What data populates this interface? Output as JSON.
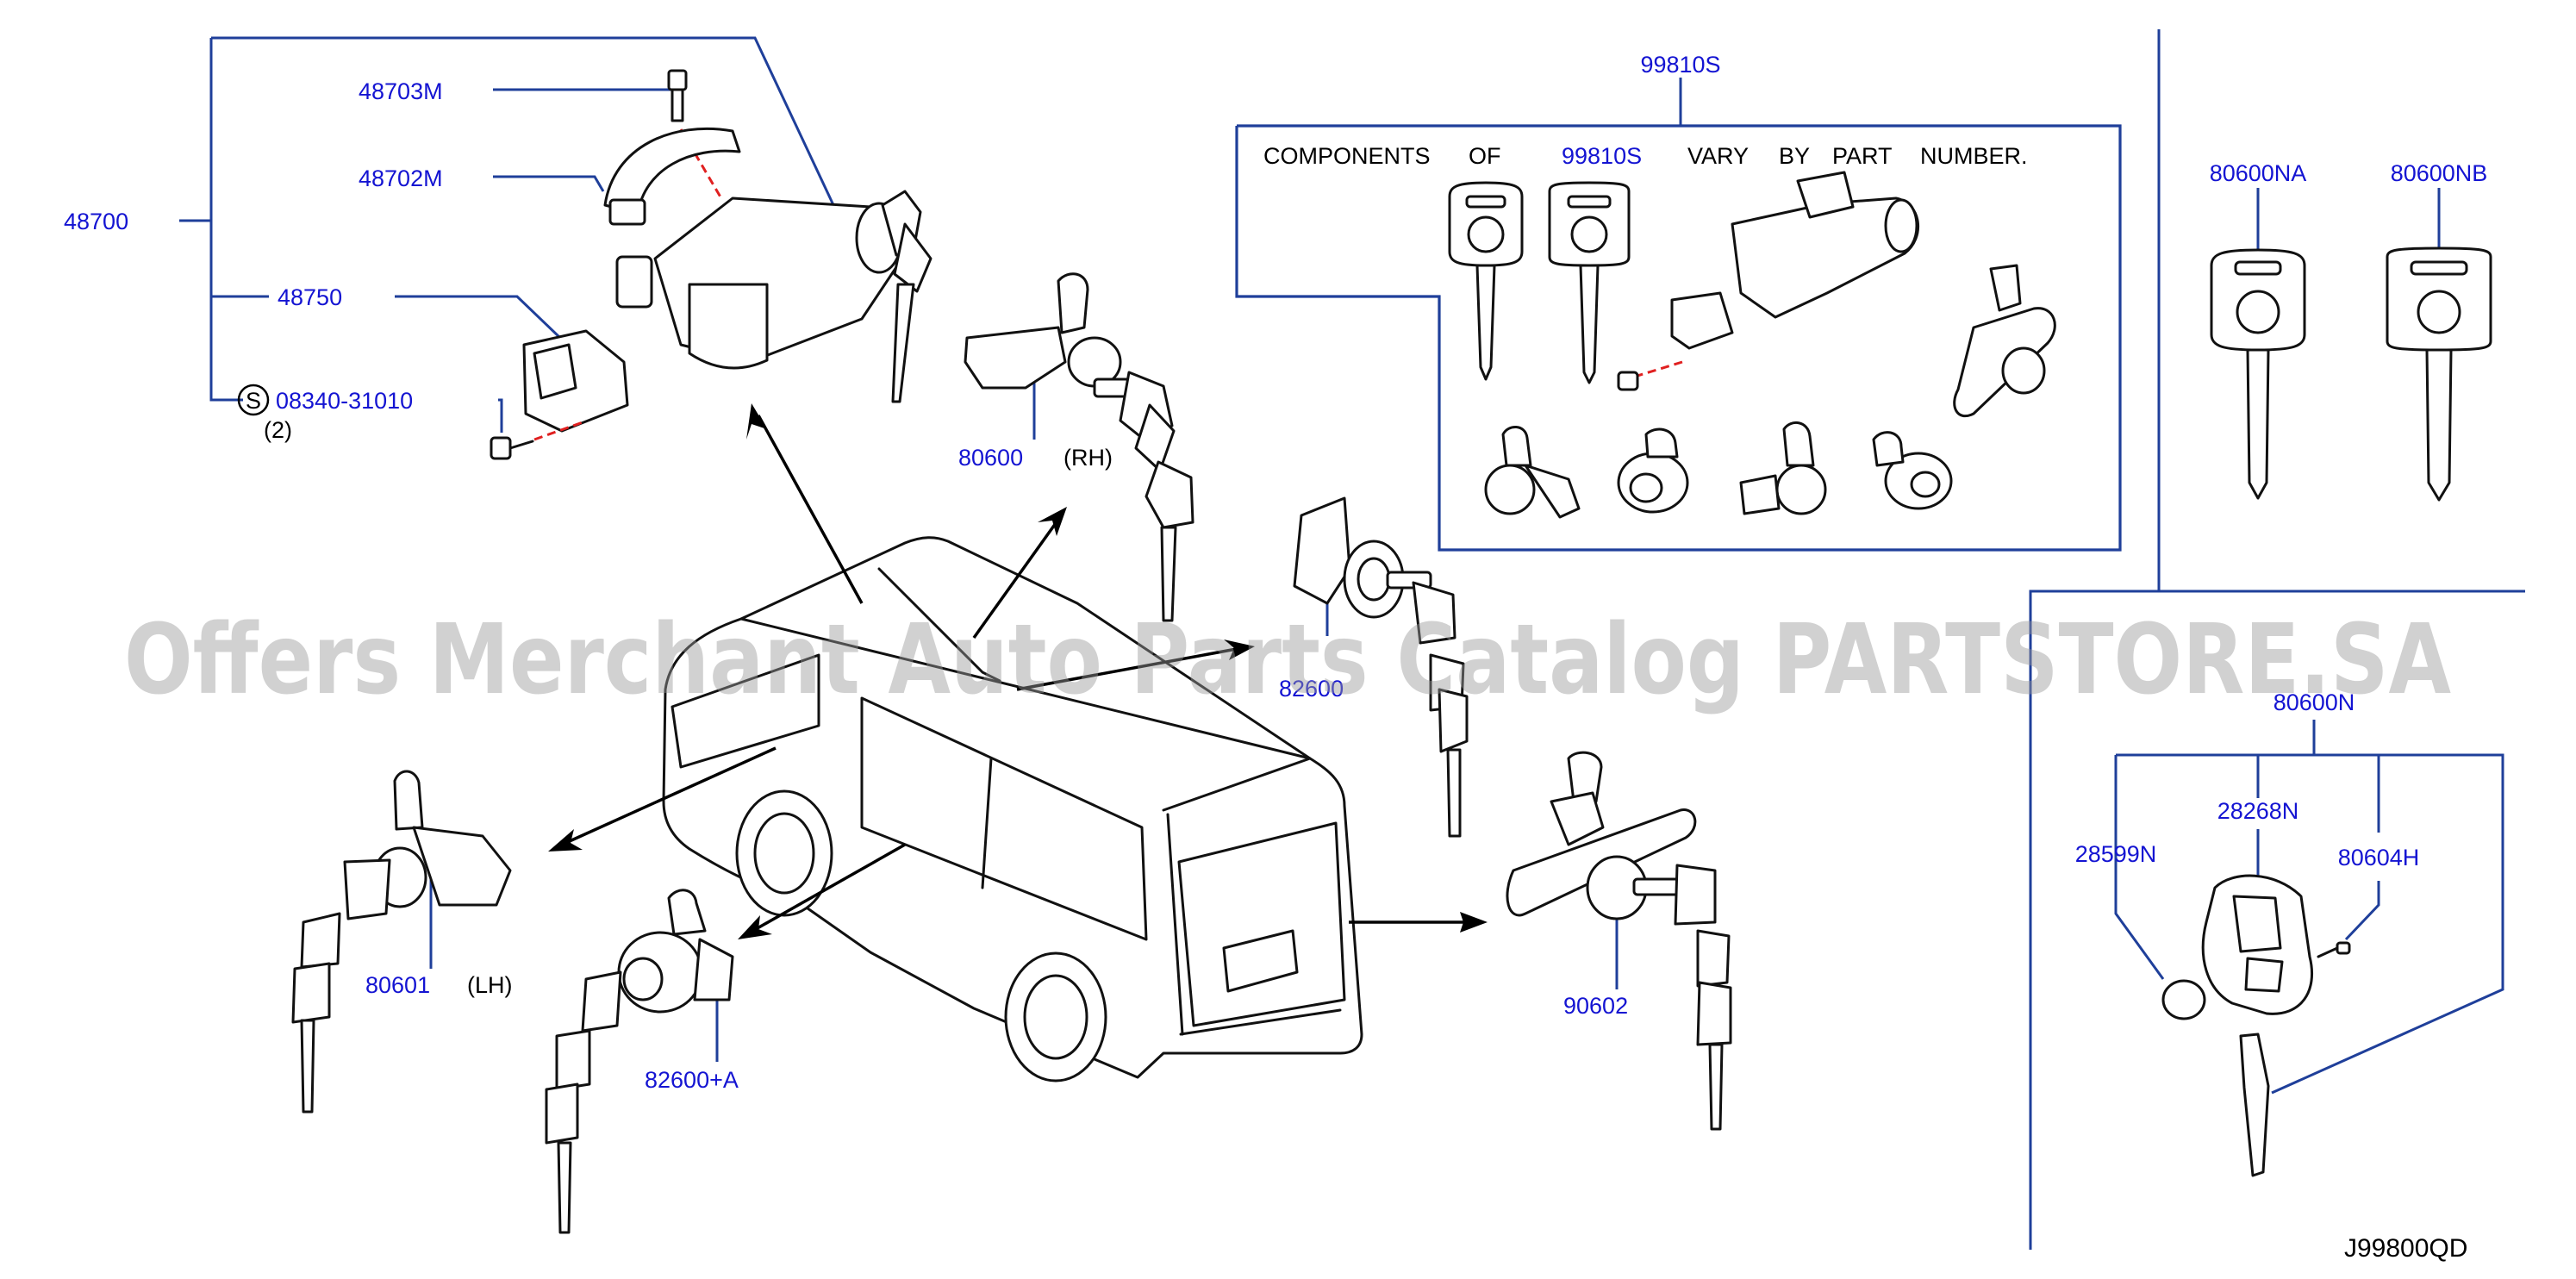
{
  "part_labels": {
    "p48703M": "48703M",
    "p48702M": "48702M",
    "p48700": "48700",
    "p48750": "48750",
    "screw_marker": "S",
    "p08340": "08340-31010",
    "qty_2": "(2)",
    "p99810S": "99810S",
    "kit_note": {
      "w1": "COMPONENTS",
      "w2": "OF",
      "part": "99810S",
      "w3": "VARY",
      "w4": "BY",
      "w5": "PART",
      "w6": "NUMBER."
    },
    "p80600NA": "80600NA",
    "p80600NB": "80600NB",
    "p80600": "80600",
    "rh": "(RH)",
    "p82600": "82600",
    "p80600N": "80600N",
    "p28268N": "28268N",
    "p28599N": "28599N",
    "p80604H": "80604H",
    "p80601": "80601",
    "lh": "(LH)",
    "p82600A": "82600+A",
    "p90602": "90602"
  },
  "diagram_code": "J99800QD",
  "watermark": "Offers Merchant Auto Parts Catalog PARTSTORE.SA",
  "colors": {
    "part_number": "#1414d2",
    "leader_line": "#1f3f9a",
    "drawing": "#111111",
    "fastener_axis": "#e02020",
    "watermark": "#9a9a9a"
  },
  "icons": [
    "ignition-lock-icon",
    "door-lock-icon",
    "key-icon",
    "van-icon",
    "bolt-icon",
    "keyless-remote-icon",
    "battery-icon"
  ]
}
